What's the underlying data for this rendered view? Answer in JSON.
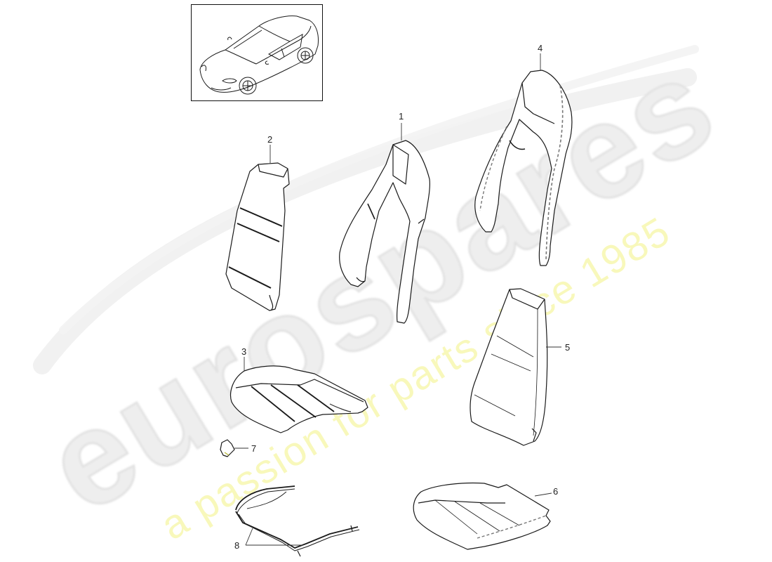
{
  "diagram": {
    "type": "exploded parts diagram",
    "subject": "seat frame / seat cushion and backrest parts",
    "thumbnail": {
      "description": "vehicle overview sketch (four-door sports sedan)"
    },
    "parts": [
      {
        "number": "1",
        "description": "backrest side bolster foam (U-shaped)"
      },
      {
        "number": "2",
        "description": "backrest insert / padding panel"
      },
      {
        "number": "3",
        "description": "seat cushion foam"
      },
      {
        "number": "4",
        "description": "backrest cover (stitched)"
      },
      {
        "number": "5",
        "description": "backrest cover / panel"
      },
      {
        "number": "6",
        "description": "seat cushion cover"
      },
      {
        "number": "7",
        "description": "clip / fastener"
      },
      {
        "number": "8",
        "description": "seat frame trim strip (two pieces)"
      }
    ],
    "labels": {
      "p1": "1",
      "p2": "2",
      "p3": "3",
      "p4": "4",
      "p5": "5",
      "p6": "6",
      "p7": "7",
      "p8": "8"
    }
  },
  "watermark": {
    "brand": "eurospares",
    "tagline": "a passion for parts since 1985",
    "brand_color": "#e6e6e6",
    "tagline_color": "#f5f5a0"
  },
  "colors": {
    "line": "#1a1a1a",
    "stitch": "#888888",
    "background": "#ffffff"
  }
}
